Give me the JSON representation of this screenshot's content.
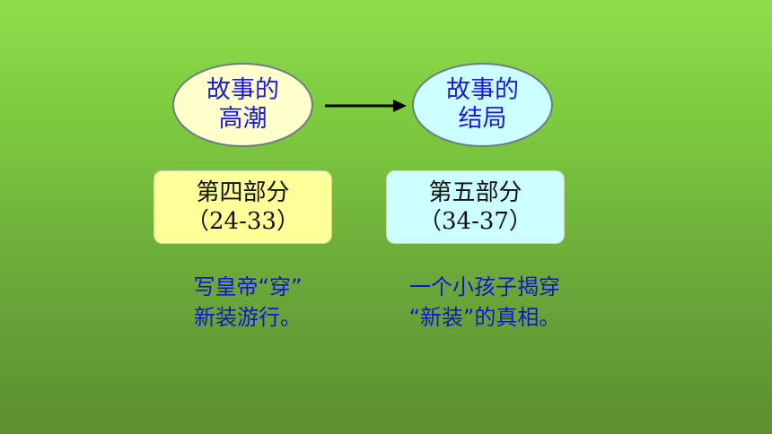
{
  "climax": {
    "line1": "故事的",
    "line2": "高潮"
  },
  "ending": {
    "line1": "故事的",
    "line2": "结局"
  },
  "part4": {
    "title": "第四部分",
    "range": "（24-33）"
  },
  "part5": {
    "title": "第五部分",
    "range": "（34-37）"
  },
  "desc4": {
    "line1": "写皇帝“穿”",
    "line2": "新装游行。"
  },
  "desc5": {
    "line1": "一个小孩子揭穿",
    "line2": "“新装”的真相。"
  },
  "colors": {
    "background": "#7cc83e",
    "heading_text": "#1a1ad8",
    "yellow_fill": "#ffffcc",
    "cyan_fill": "#ccffff"
  }
}
